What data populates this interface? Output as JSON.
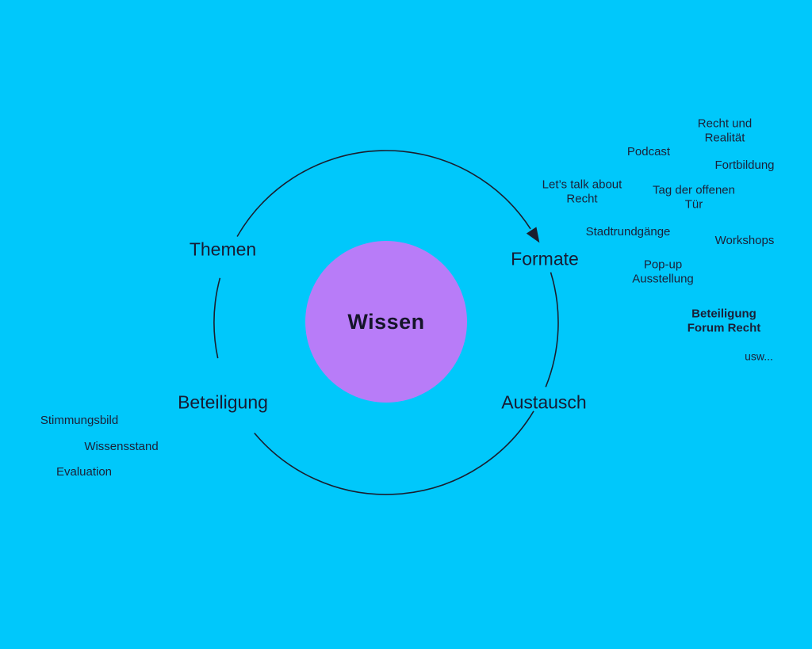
{
  "title": "Wissen cycle diagram",
  "colors": {
    "background": "#00c8fb",
    "center_circle": "#b87cf8",
    "text": "#1b2038",
    "line": "#1a1e2e"
  },
  "center": {
    "label": "Wissen"
  },
  "ring_labels": [
    {
      "id": "themen",
      "label": "Themen"
    },
    {
      "id": "formate",
      "label": "Formate"
    },
    {
      "id": "beteiligung",
      "label": "Beteiligung"
    },
    {
      "id": "austausch",
      "label": "Austausch"
    }
  ],
  "format_items": [
    {
      "text": "Recht und\nRealität"
    },
    {
      "text": "Podcast"
    },
    {
      "text": "Fortbildung"
    },
    {
      "text": "Let’s talk about\nRecht"
    },
    {
      "text": "Tag der offenen\nTür"
    },
    {
      "text": "Stadtrundgänge"
    },
    {
      "text": "Workshops"
    },
    {
      "text": "Pop-up\nAusstellung"
    },
    {
      "text": "Beteiligung\nForum Recht"
    },
    {
      "text": "usw..."
    }
  ],
  "beteiligung_items": [
    {
      "text": "Stimmungsbild"
    },
    {
      "text": "Wissensstand"
    },
    {
      "text": "Evaluation"
    }
  ]
}
